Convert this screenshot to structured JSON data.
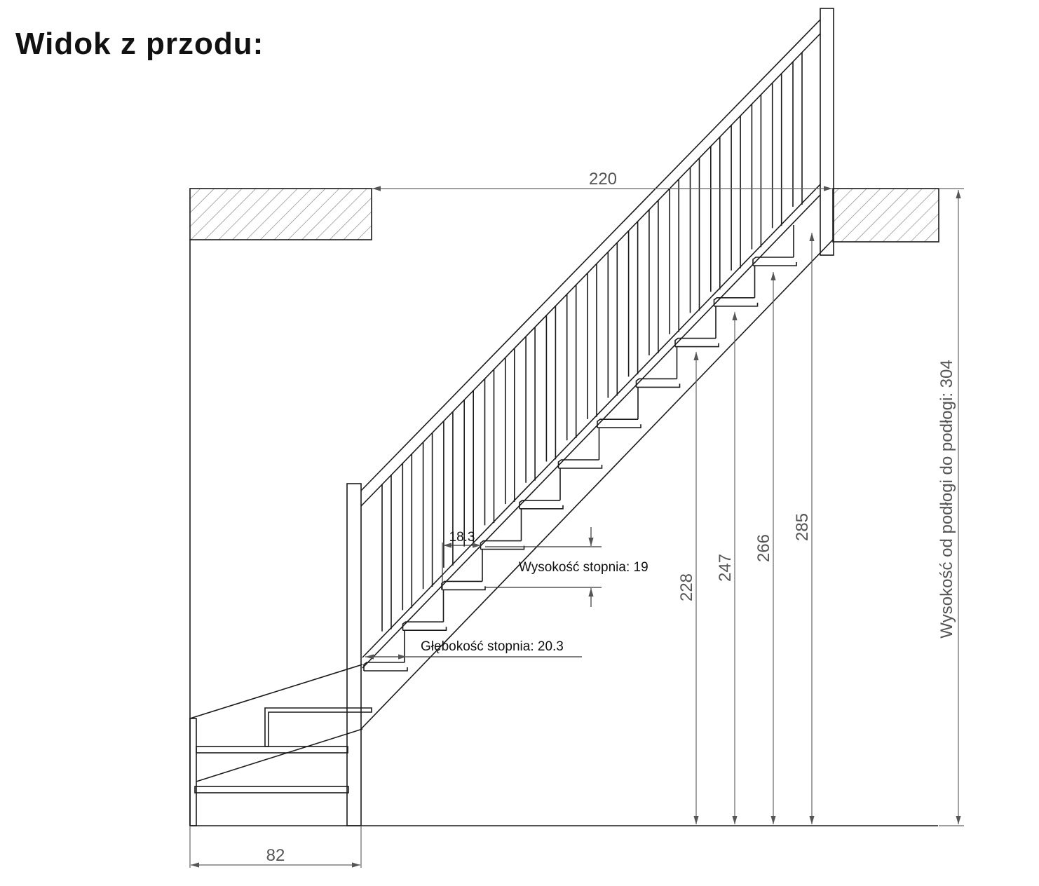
{
  "title": "Widok z przodu:",
  "dimensions": {
    "top_width": "220",
    "bottom_width": "82",
    "total_height": "Wysokość od podłogi do podłogi: 304",
    "heights": [
      "228",
      "247",
      "266",
      "285"
    ],
    "step_width": "18.3",
    "step_height_label": "Wysokość stopnia: 19",
    "step_depth_label": "Głębokość stopnia: 20.3"
  },
  "colors": {
    "lines": "#1a1a1a",
    "dimension_lines": "#666666",
    "hatch": "#777777"
  }
}
